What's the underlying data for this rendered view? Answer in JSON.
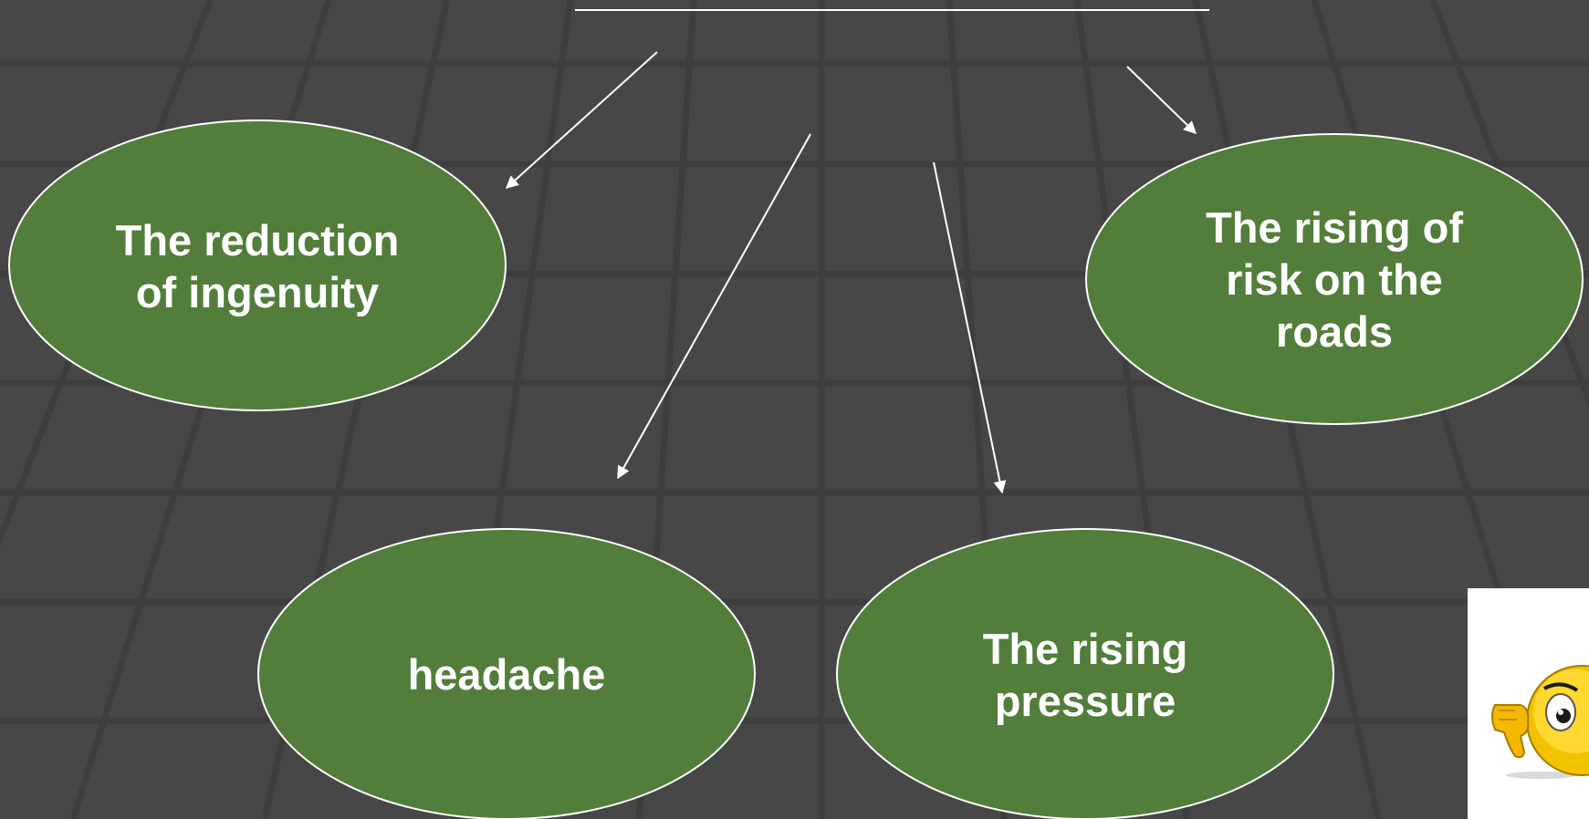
{
  "slide": {
    "background_color": "#474747",
    "grid_line_color": "#3d3d3d",
    "ellipse_fill": "#537d3b",
    "ellipse_stroke": "#ffffff",
    "arrow_color": "#ffffff"
  },
  "nodes": {
    "reduction_ingenuity": {
      "line1": "The reduction",
      "line2": "of ingenuity"
    },
    "rising_risk_roads": {
      "line1": "The rising of",
      "line2": "risk on the",
      "line3": "roads"
    },
    "headache": {
      "line1": "headache"
    },
    "rising_pressure": {
      "line1": "The rising",
      "line2": "pressure"
    }
  },
  "decoration": {
    "icon": "thumbs-down-smiley-icon"
  }
}
